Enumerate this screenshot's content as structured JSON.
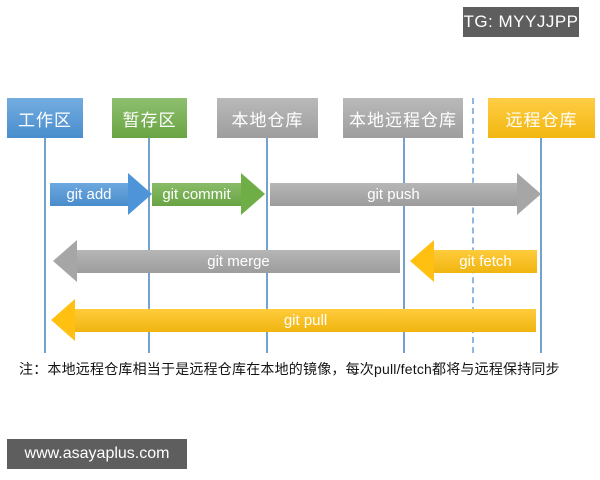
{
  "badge": {
    "label": "TG: MYYJJPP"
  },
  "diagram": {
    "nodes": [
      {
        "id": "working-area",
        "label": "工作区",
        "color": "#4D95D8"
      },
      {
        "id": "staging-area",
        "label": "暂存区",
        "color": "#6FAD47"
      },
      {
        "id": "local-repo",
        "label": "本地仓库",
        "color": "#A6A6A6"
      },
      {
        "id": "local-remote-repo",
        "label": "本地远程仓库",
        "color": "#A6A6A6"
      },
      {
        "id": "remote-repo",
        "label": "远程仓库",
        "color": "#FFC011"
      }
    ],
    "arrows": [
      {
        "label": "git add",
        "color": "#4D95D8",
        "direction": "right",
        "from": "working-area",
        "to": "staging-area"
      },
      {
        "label": "git commit",
        "color": "#6FAD47",
        "direction": "right",
        "from": "staging-area",
        "to": "local-repo"
      },
      {
        "label": "git push",
        "color": "#A6A6A6",
        "direction": "right",
        "from": "local-repo",
        "to": "remote-repo"
      },
      {
        "label": "git merge",
        "color": "#A6A6A6",
        "direction": "left",
        "from": "local-remote-repo",
        "to": "working-area"
      },
      {
        "label": "git fetch",
        "color": "#FFC011",
        "direction": "left",
        "from": "remote-repo",
        "to": "local-remote-repo"
      },
      {
        "label": "git pull",
        "color": "#FFC011",
        "direction": "left",
        "from": "remote-repo",
        "to": "working-area"
      }
    ],
    "line_color": "#74A2CC",
    "dashed_line_color": "#8FB9E0"
  },
  "note": {
    "text": "注：本地远程仓库相当于是远程仓库在本地的镜像，每次pull/fetch都将与远程保持同步"
  },
  "watermark": {
    "label": "www.asayaplus.com"
  },
  "colors": {
    "badge_bg": "#5E5E5E",
    "watermark_bg": "#5E5E5E",
    "background": "#FFFFFF"
  }
}
